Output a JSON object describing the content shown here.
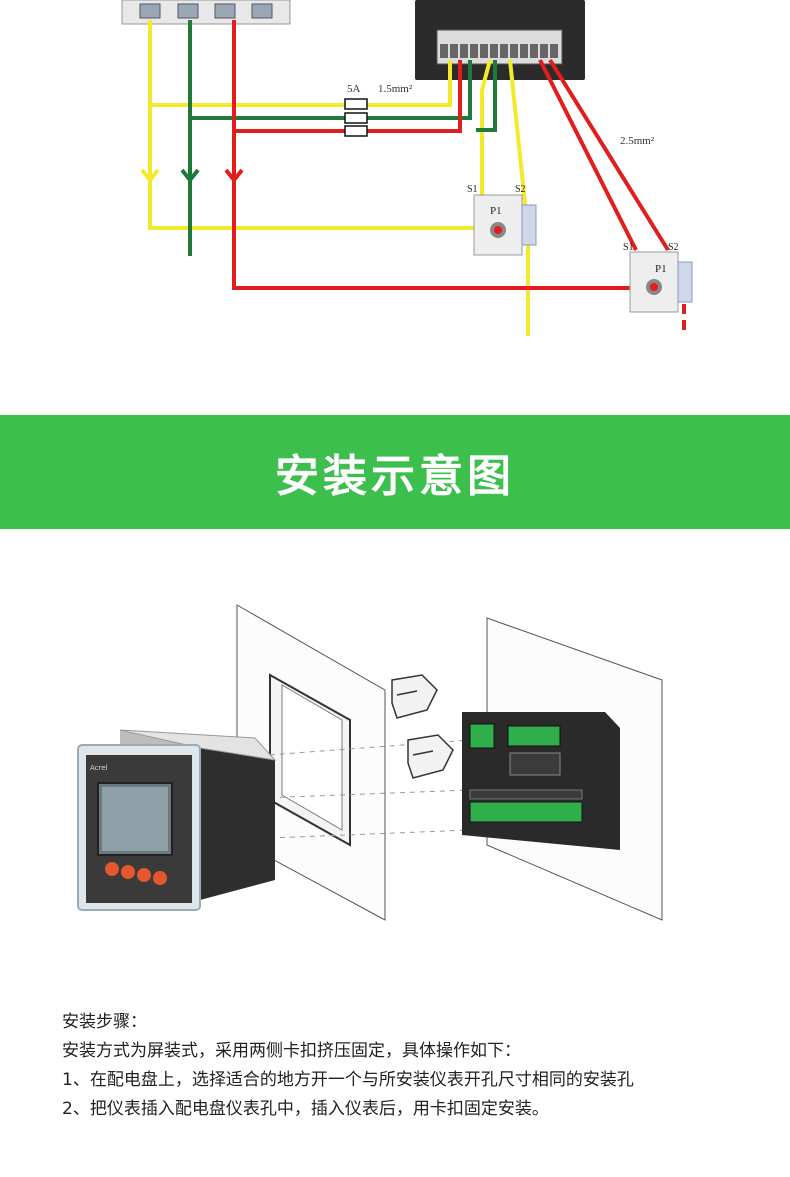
{
  "wiring": {
    "fuse_label": "5A",
    "wire_small": "1.5mm²",
    "wire_large": "2.5mm²",
    "ct1": {
      "name": "P1",
      "s1": "S1",
      "s2": "S2"
    },
    "ct2": {
      "name": "P1",
      "s1": "S1",
      "s2": "S2"
    },
    "colors": {
      "yellow": "#f2ea2a",
      "green": "#1f7a3a",
      "red": "#e21d1d"
    }
  },
  "banner": {
    "title": "安装示意图",
    "color": "#3dbf4d"
  },
  "install": {
    "meter_brand": "Acrel"
  },
  "steps": {
    "heading": "安装步骤：",
    "intro": "安装方式为屏装式，采用两侧卡扣挤压固定，具体操作如下：",
    "step1": "1、在配电盘上，选择适合的地方开一个与所安装仪表开孔尺寸相同的安装孔",
    "step2": "2、把仪表插入配电盘仪表孔中，插入仪表后，用卡扣固定安装。"
  }
}
